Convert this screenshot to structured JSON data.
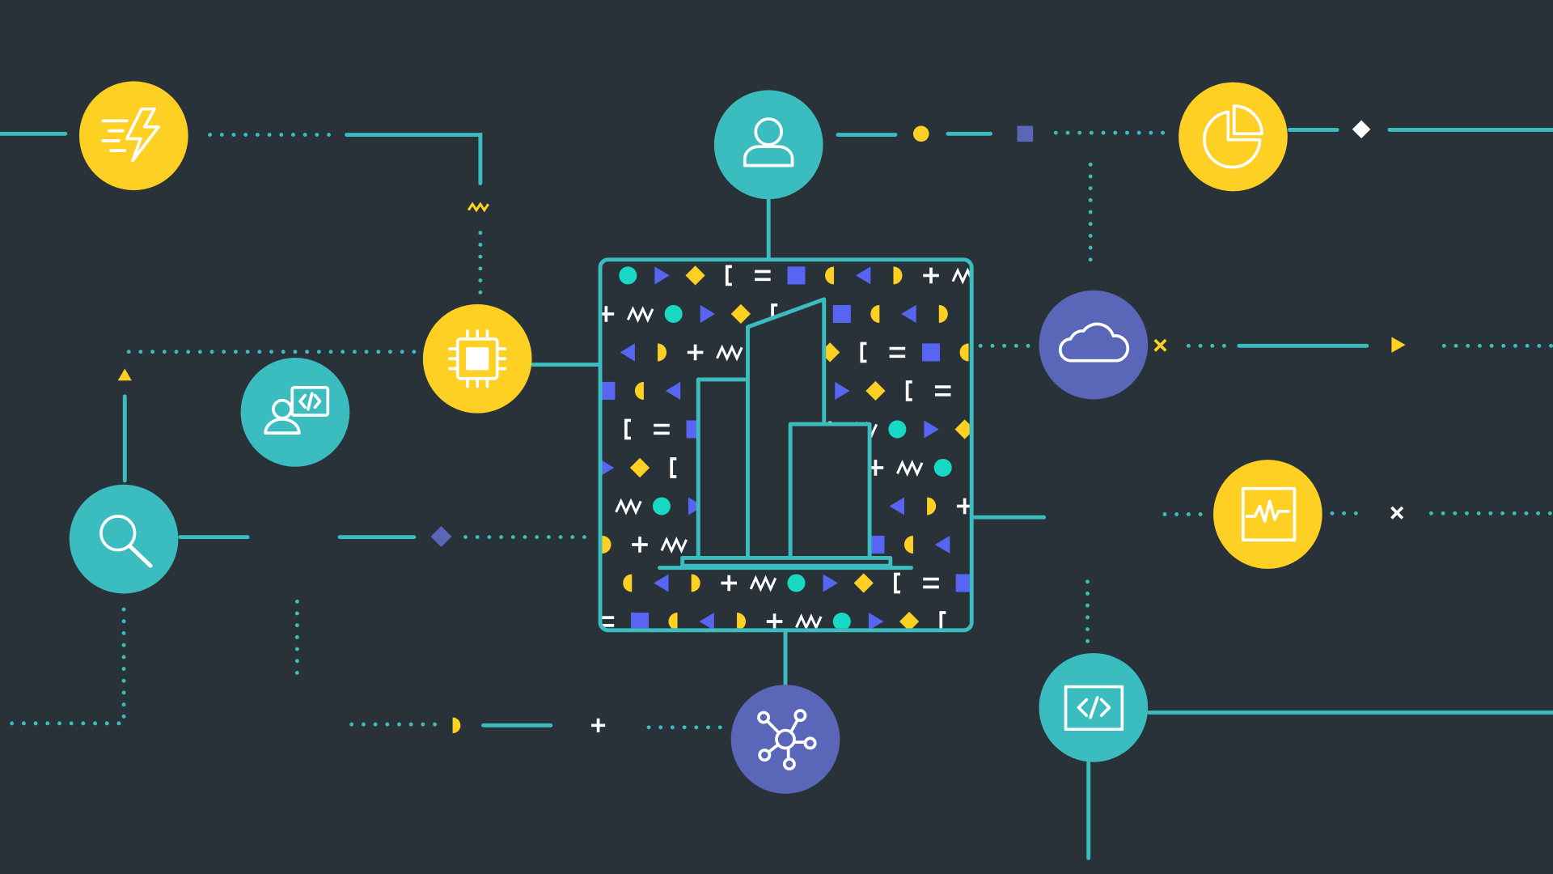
{
  "colors": {
    "background": "#283238",
    "line": "#3bbdc0",
    "yellow": "#fdd023",
    "teal": "#3bbdc0",
    "purple": "#5a67b8",
    "pattern_cyan": "#17d9c4",
    "pattern_blue": "#5865f2",
    "white": "#ffffff"
  },
  "nodes": [
    {
      "icon": "lightning-bolt-icon",
      "color": "yellow"
    },
    {
      "icon": "user-icon",
      "color": "teal"
    },
    {
      "icon": "pie-chart-icon",
      "color": "yellow"
    },
    {
      "icon": "cpu-chip-icon",
      "color": "yellow"
    },
    {
      "icon": "developer-icon",
      "color": "teal"
    },
    {
      "icon": "cloud-icon",
      "color": "purple"
    },
    {
      "icon": "search-icon",
      "color": "teal"
    },
    {
      "icon": "pulse-monitor-icon",
      "color": "yellow"
    },
    {
      "icon": "code-window-icon",
      "color": "teal"
    },
    {
      "icon": "network-hub-icon",
      "color": "purple"
    }
  ],
  "center": {
    "icon": "office-building-icon"
  }
}
